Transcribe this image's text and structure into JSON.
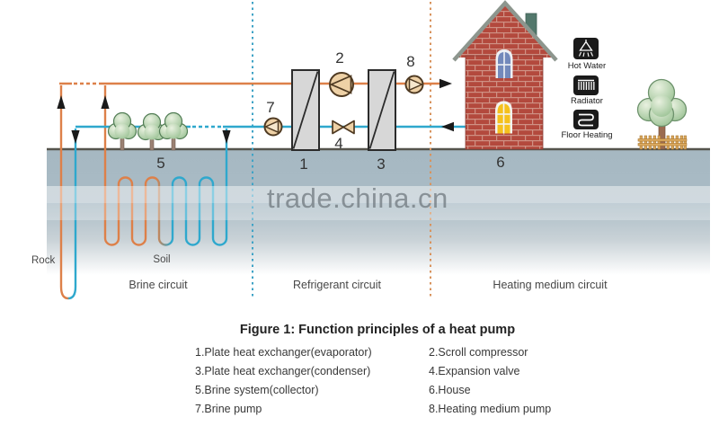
{
  "watermark": {
    "text": "trade.china.cn"
  },
  "numbers": {
    "evaporator": "1",
    "compressor": "2",
    "condenser": "3",
    "expansion_valve": "4",
    "collector": "5",
    "house": "6",
    "brine_pump": "7",
    "heating_medium_pump": "8"
  },
  "terrain": {
    "rock_label": "Rock",
    "soil_label": "Soil"
  },
  "circuits": {
    "brine": "Brine circuit",
    "refrigerant": "Refrigerant circuit",
    "heating_medium": "Heating medium circuit"
  },
  "house_outputs": [
    {
      "icon": "hot-water-icon",
      "label": "Hot Water"
    },
    {
      "icon": "radiator-icon",
      "label": "Radiator"
    },
    {
      "icon": "floor-heating-icon",
      "label": "Floor Heating"
    }
  ],
  "caption": "Figure 1: Function principles of a heat pump",
  "legend": {
    "left": [
      "1.Plate heat exchanger(evaporator)",
      "3.Plate heat exchanger(condenser)",
      "5.Brine system(collector)",
      "7.Brine pump"
    ],
    "right": [
      "2.Scroll compressor",
      "4.Expansion valve",
      "6.House",
      "8.Heating medium pump"
    ]
  },
  "colors": {
    "warm_pipe": "#dd8049",
    "cold_pipe": "#2fa8cd",
    "ground": "#a8bac4",
    "brick": "#b3493d",
    "component_fill": "#eed1a6",
    "icon_background": "#1a1a1a"
  }
}
